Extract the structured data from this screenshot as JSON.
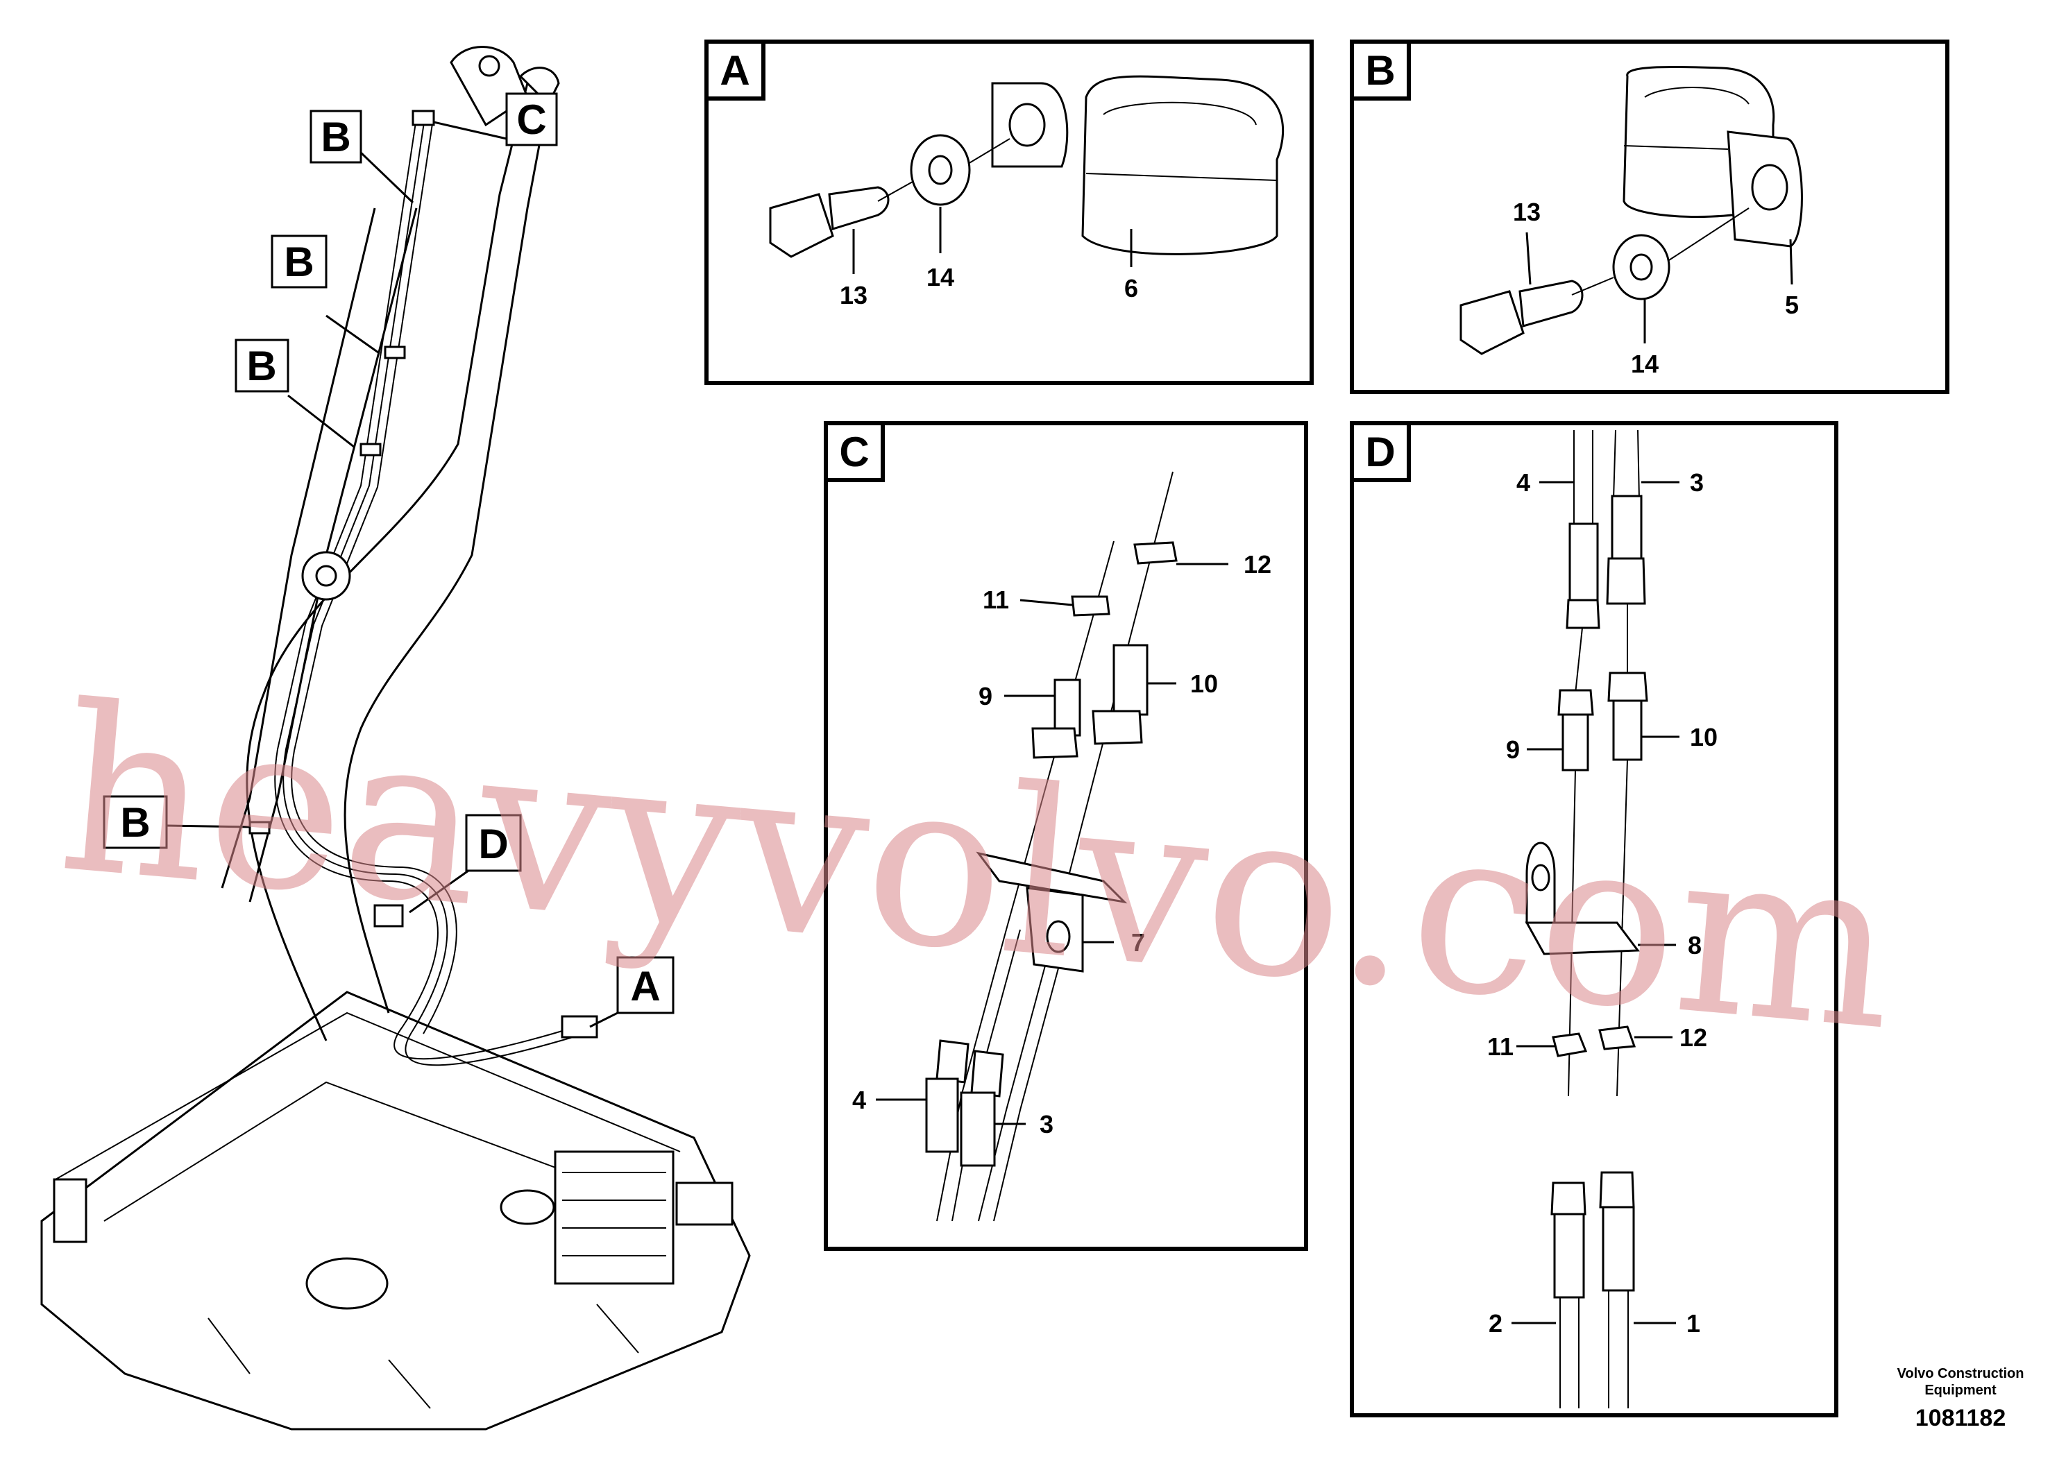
{
  "watermark": "heavyvolvo.com",
  "overview": {
    "labels": [
      {
        "id": "B1",
        "text": "B"
      },
      {
        "id": "C",
        "text": "C"
      },
      {
        "id": "B2",
        "text": "B"
      },
      {
        "id": "B3",
        "text": "B"
      },
      {
        "id": "B4",
        "text": "B"
      },
      {
        "id": "D",
        "text": "D"
      },
      {
        "id": "A",
        "text": "A"
      }
    ]
  },
  "panels": {
    "A": {
      "title": "A",
      "callouts": [
        "13",
        "14",
        "6"
      ]
    },
    "B": {
      "title": "B",
      "callouts": [
        "13",
        "14",
        "5"
      ]
    },
    "C": {
      "title": "C",
      "callouts": [
        "12",
        "11",
        "10",
        "9",
        "7",
        "4",
        "3"
      ]
    },
    "D": {
      "title": "D",
      "callouts": [
        "4",
        "3",
        "9",
        "10",
        "8",
        "11",
        "12",
        "2",
        "1"
      ]
    }
  },
  "footer": {
    "company_line1": "Volvo Construction",
    "company_line2": "Equipment",
    "drawing_number": "1081182"
  }
}
